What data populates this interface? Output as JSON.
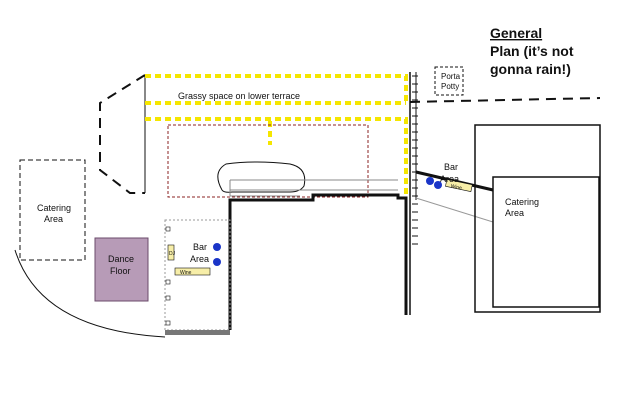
{
  "title": {
    "line1": "General",
    "line2": "Plan (it’s not",
    "line3": "gonna rain!)"
  },
  "areas": {
    "grassy": "Grassy space on lower terrace",
    "porta_potty_line1": "Porta",
    "porta_potty_line2": "Potty",
    "catering_left_line1": "Catering",
    "catering_left_line2": "Area",
    "catering_right_line1": "Catering",
    "catering_right_line2": "Area",
    "dance_floor_line1": "Dance",
    "dance_floor_line2": "Floor",
    "bar_left_line1": "Bar",
    "bar_left_line2": "Area",
    "bar_right_line1": "Bar",
    "bar_right_line2": "Area",
    "wine_left": "Wine",
    "wine_right": "Wine",
    "dj_table": "DJ"
  },
  "colors": {
    "ink": "#111111",
    "string_lights": "#f5e600",
    "bar_dots": "#1a35c8",
    "dance_floor": "#b79bb7",
    "tables": "#f7eea8",
    "tent_outline": "#8b2323"
  }
}
